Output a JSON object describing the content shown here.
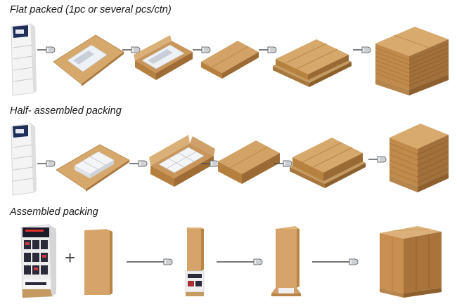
{
  "rows": [
    {
      "title": "Flat packed (1pc or several pcs/ctn)"
    },
    {
      "title": "Half- assembled packing"
    },
    {
      "title": "Assembled packing"
    }
  ],
  "symbols": {
    "plus": "+"
  },
  "colors": {
    "cardboard_top": "#d2a468",
    "cardboard_side": "#b88448",
    "cardboard_dark": "#9a6a36",
    "pallet": "#c59a62",
    "display_white": "#f2f2f2",
    "arrow_line": "#4a4a4a",
    "title_text": "#1a1a1a"
  },
  "icons": [
    "display-stand-icon",
    "flat-cardboard-icon",
    "open-box-icon",
    "closed-carton-icon",
    "pallet-icon",
    "pallet-stack-icon",
    "pointing-hand-arrow-icon",
    "plus-icon"
  ]
}
